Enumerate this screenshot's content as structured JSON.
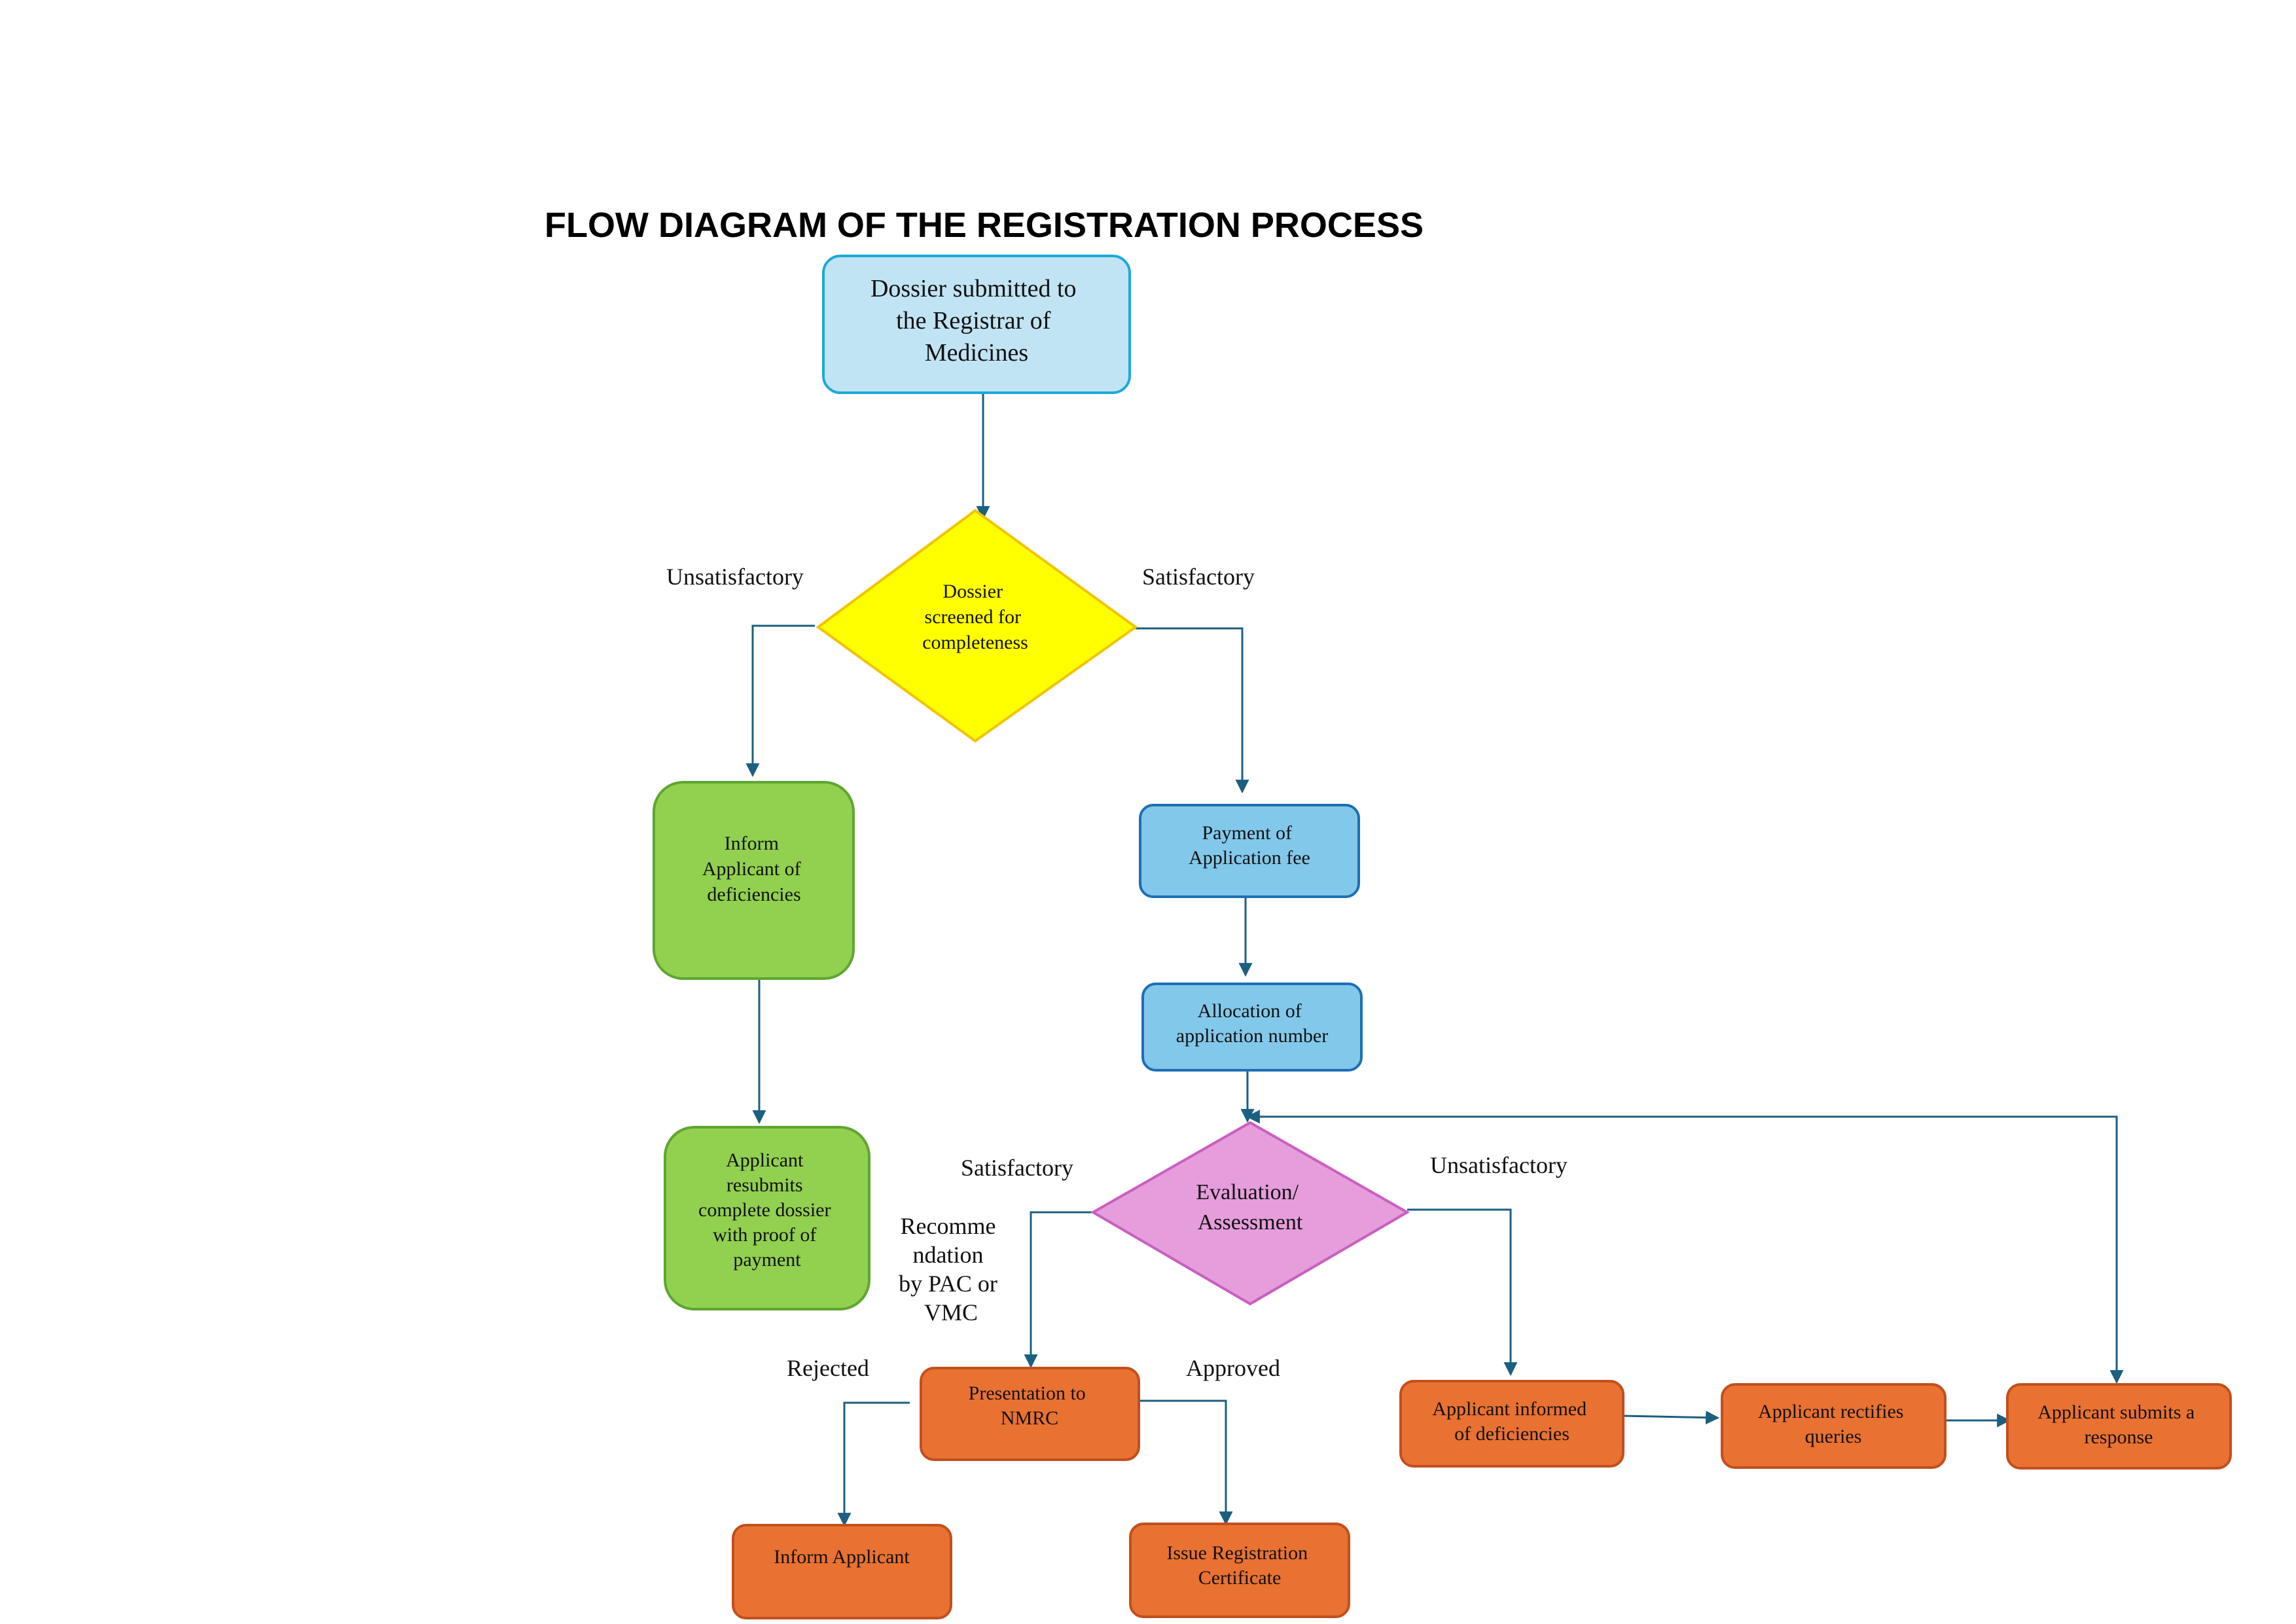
{
  "title": "FLOW DIAGRAM OF THE REGISTRATION PROCESS",
  "colors": {
    "light_blue_fill": "#c1e4f4",
    "light_blue_stroke": "#1ca9d8",
    "yellow_fill": "#ffff00",
    "yellow_stroke": "#f0c400",
    "green_fill": "#92d050",
    "green_stroke": "#5ea631",
    "blue_fill": "#82c8ea",
    "blue_stroke": "#1e6fb5",
    "pink_fill": "#e59ddb",
    "pink_stroke": "#c95fc0",
    "orange_fill": "#e97132",
    "orange_stroke": "#c0501e",
    "connector": "#1c5f80"
  },
  "nodes": {
    "dossier_submitted": {
      "lines": [
        "Dossier submitted to",
        "the Registrar of",
        "Medicines"
      ]
    },
    "screening": {
      "lines": [
        "Dossier",
        "screened for",
        "completeness"
      ]
    },
    "inform_deficiencies": {
      "lines": [
        "Inform",
        "Applicant of",
        "deficiencies"
      ]
    },
    "resubmits": {
      "lines": [
        "Applicant",
        "resubmits",
        "complete dossier",
        "with proof of",
        "payment"
      ]
    },
    "payment": {
      "lines": [
        "Payment of",
        "Application fee"
      ]
    },
    "allocation": {
      "lines": [
        "Allocation of",
        "application number"
      ]
    },
    "evaluation": {
      "lines": [
        "Evaluation/",
        "Assessment"
      ]
    },
    "presentation": {
      "lines": [
        "Presentation to",
        "NMRC"
      ]
    },
    "inform_applicant": {
      "lines": [
        "Inform Applicant"
      ]
    },
    "issue_certificate": {
      "lines": [
        "Issue Registration",
        "Certificate"
      ]
    },
    "informed_deficiencies": {
      "lines": [
        "Applicant informed",
        "of deficiencies"
      ]
    },
    "rectifies": {
      "lines": [
        "Applicant rectifies",
        "queries"
      ]
    },
    "submits_response": {
      "lines": [
        "Applicant submits a",
        "response"
      ]
    }
  },
  "labels": {
    "screen_unsatisfactory": "Unsatisfactory",
    "screen_satisfactory": "Satisfactory",
    "eval_satisfactory": "Satisfactory",
    "eval_unsatisfactory": "Unsatisfactory",
    "recommendation": [
      "Recomme",
      "ndation",
      "by PAC or",
      "VMC"
    ],
    "rejected": "Rejected",
    "approved": "Approved"
  }
}
